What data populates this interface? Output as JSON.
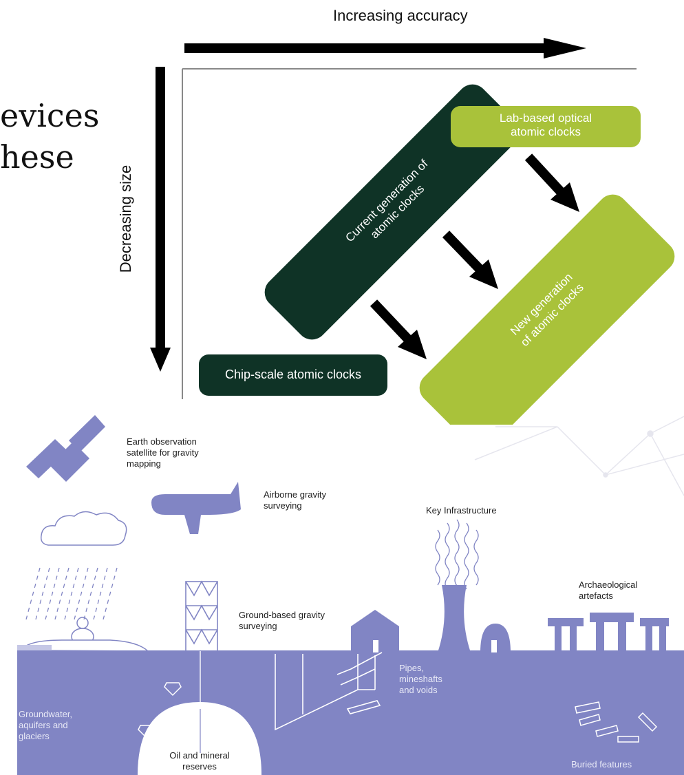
{
  "slide": {
    "line1": "evices",
    "line2": "hese"
  },
  "clock_diagram": {
    "x_axis_label": "Increasing accuracy",
    "y_axis_label": "Decreasing size",
    "boxes": {
      "lab_optical_line1": "Lab-based optical",
      "lab_optical_line2": "atomic clocks",
      "current_gen_line1": "Current generation of",
      "current_gen_line2": "atomic clocks",
      "new_gen_line1": "New generation",
      "new_gen_line2": "of atomic clocks",
      "chip_scale": "Chip-scale atomic clocks"
    },
    "colors": {
      "dark_green": "#0f3326",
      "lime_green": "#a9c23a"
    }
  },
  "gravity_illustration": {
    "labels": {
      "satellite_line1": "Earth observation",
      "satellite_line2": "satellite for gravity",
      "satellite_line3": "mapping",
      "airborne_line1": "Airborne gravity",
      "airborne_line2": "surveying",
      "infrastructure": "Key Infrastructure",
      "archaeology_line1": "Archaeological",
      "archaeology_line2": "artefacts",
      "ground_line1": "Ground-based gravity",
      "ground_line2": "surveying",
      "pipes_line1": "Pipes,",
      "pipes_line2": "mineshafts",
      "pipes_line3": "and voids",
      "groundwater_line1": "Groundwater,",
      "groundwater_line2": "aquifers and",
      "groundwater_line3": "glaciers",
      "oil_line1": "Oil and mineral",
      "oil_line2": "reserves",
      "buried": "Buried features"
    },
    "colors": {
      "periwinkle": "#8185c4",
      "light_periwinkle": "#c5c7e6"
    }
  }
}
